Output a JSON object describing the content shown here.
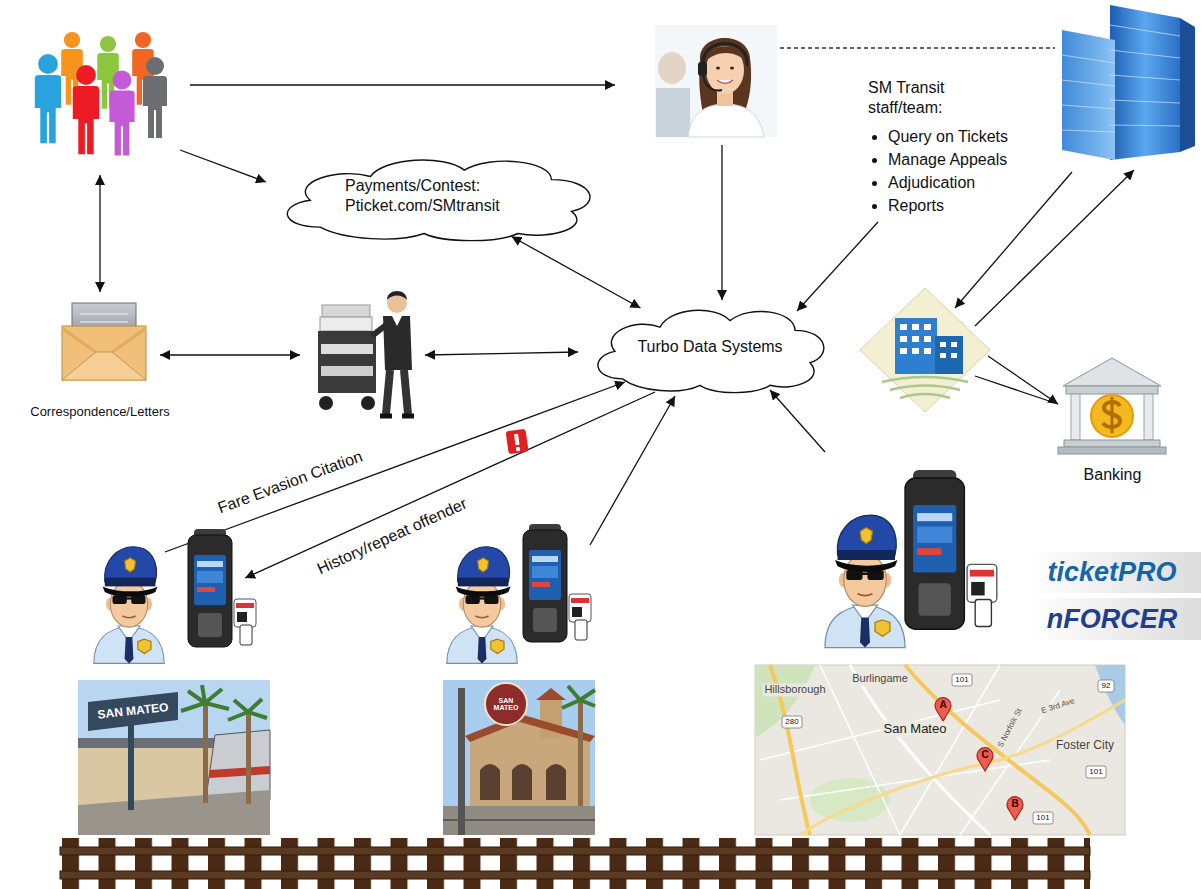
{
  "diagram": {
    "nodes": [
      {
        "text": [
          "Payments/Contest: Pticket.com/SMtransit"
        ]
      },
      {
        "text": [
          "Turbo Data Systems"
        ]
      },
      {
        "text": [
          "Correspondence/Letters"
        ]
      },
      {
        "text": [
          "Banking"
        ]
      }
    ],
    "edges": [
      {
        "from": 0,
        "to": 1,
        "arrow": "both"
      }
    ],
    "labels": [
      "SM Transit staff/team:",
      "Query on Tickets",
      "Manage Appeals",
      "Adjudication",
      "Reports",
      "Fare Evasion Citation",
      "History/repeat offender",
      "ticketPRO",
      "nFORCER",
      "Burlingame",
      "Hillsborough",
      "San Mateo",
      "Foster City",
      "A",
      "C",
      "B",
      "101",
      "92",
      "101",
      "280",
      "101",
      "E 3rd Ave",
      "S Norfolk St",
      "SAN MATEO",
      "SAN MATEO"
    ]
  }
}
